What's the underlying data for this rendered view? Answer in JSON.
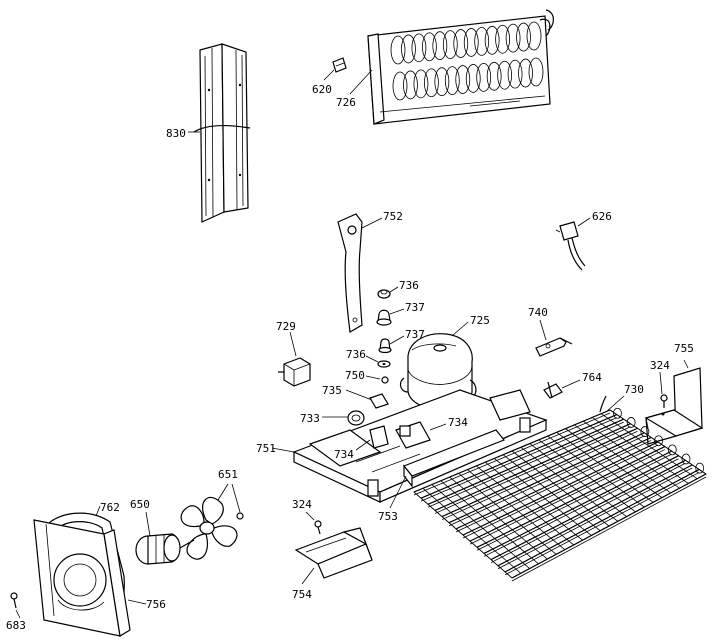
{
  "labels": {
    "p830": "830",
    "p620": "620",
    "p726": "726",
    "p752": "752",
    "p626": "626",
    "p736a": "736",
    "p737a": "737",
    "p737b": "737",
    "p736b": "736",
    "p729": "729",
    "p725": "725",
    "p740": "740",
    "p750": "750",
    "p735": "735",
    "p764": "764",
    "p730": "730",
    "p324a": "324",
    "p755": "755",
    "p733": "733",
    "p734a": "734",
    "p751": "751",
    "p734b": "734",
    "p753": "753",
    "p651": "651",
    "p762": "762",
    "p650": "650",
    "p324b": "324",
    "p754": "754",
    "p756": "756",
    "p683": "683"
  }
}
